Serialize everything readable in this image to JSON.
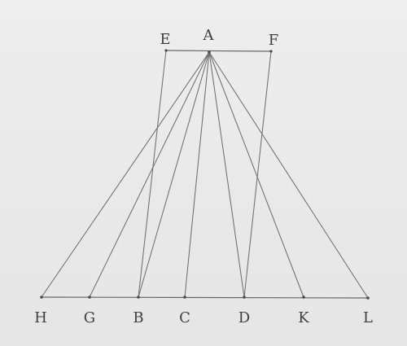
{
  "diagram": {
    "labels": {
      "A": "A",
      "E": "E",
      "F": "F",
      "H": "H",
      "G": "G",
      "B": "B",
      "C": "C",
      "D": "D",
      "K": "K",
      "L": "L"
    }
  }
}
